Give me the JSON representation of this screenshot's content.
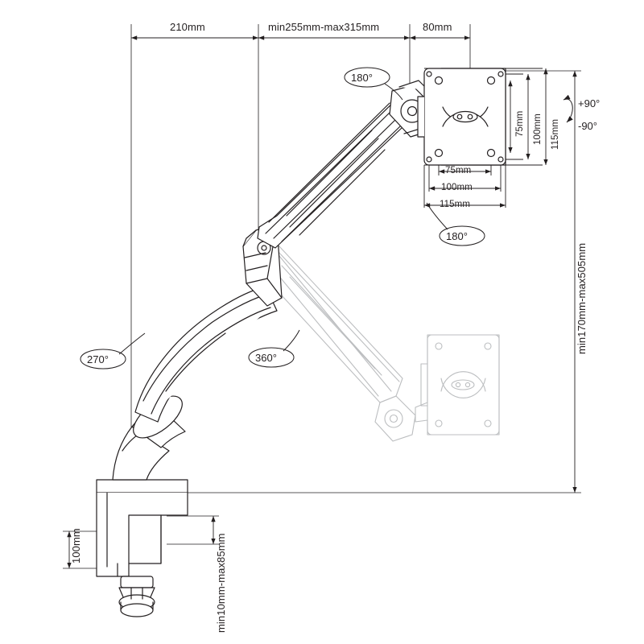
{
  "diagram": {
    "title": "Gas spring monitor arm desk mount dimension drawing",
    "stroke_color": "#231f20",
    "ghost_color": "#bcbec0",
    "background": "#ffffff",
    "dimensions": {
      "top": [
        {
          "name": "base-to-joint",
          "text": "210mm"
        },
        {
          "name": "arm-extension-range",
          "text": "min255mm-max315mm"
        },
        {
          "name": "vesa-plate-depth",
          "text": "80mm"
        }
      ],
      "vesa_vertical": [
        {
          "name": "vesa-75-vertical",
          "text": "75mm"
        },
        {
          "name": "vesa-100-vertical",
          "text": "100mm"
        },
        {
          "name": "vesa-115-vertical",
          "text": "115mm"
        }
      ],
      "vesa_horizontal": [
        {
          "name": "vesa-75-horizontal",
          "text": "75mm"
        },
        {
          "name": "vesa-100-horizontal",
          "text": "100mm"
        },
        {
          "name": "vesa-115-horizontal",
          "text": "115mm"
        }
      ],
      "right": [
        {
          "name": "height-range",
          "text": "min170mm-max505mm"
        }
      ],
      "bottom": [
        {
          "name": "clamp-height",
          "text": "100mm"
        },
        {
          "name": "desk-thickness-range",
          "text": "min10mm-max85mm"
        }
      ]
    },
    "angles": [
      {
        "name": "tilt-rotation-180",
        "text": "180°"
      },
      {
        "name": "screen-rotation-180",
        "text": "180°"
      },
      {
        "name": "arm-joint-270",
        "text": "270°"
      },
      {
        "name": "base-rotation-360",
        "text": "360°"
      },
      {
        "name": "tilt-up",
        "text": "+90°"
      },
      {
        "name": "tilt-down",
        "text": "-90°"
      }
    ]
  }
}
